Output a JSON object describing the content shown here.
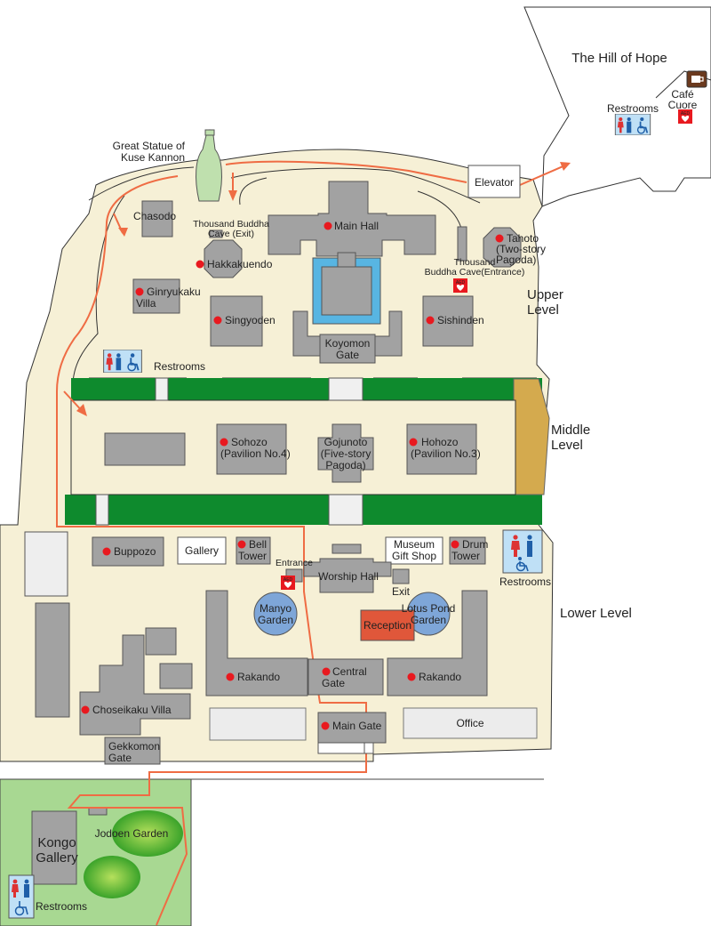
{
  "areas": {
    "hill_of_hope": "The Hill of Hope",
    "upper_level": [
      "Upper",
      "Level"
    ],
    "middle_level": [
      "Middle",
      "Level"
    ],
    "lower_level": "Lower Level"
  },
  "upper": {
    "great_statue": [
      "Great Statue of",
      "Kuse Kannon"
    ],
    "chasodo": "Chasodo",
    "thousand_buddha_exit": [
      "Thousand Buddha",
      "Cave (Exit)"
    ],
    "main_hall": "Main Hall",
    "thousand_buddha_entrance": [
      "Thousand",
      "Buddha Cave(Entrance)"
    ],
    "tahoto": [
      "Tahoto",
      "(Two-story",
      "Pagoda)"
    ],
    "hakkakuendo": "Hakkakuendo",
    "ginryukaku": [
      "Ginryukaku",
      "Villa"
    ],
    "singyoden": "Singyoden",
    "sishinden": "Sishinden",
    "koyomon": [
      "Koyomon",
      "Gate"
    ],
    "restrooms": "Restrooms",
    "elevator": "Elevator",
    "cafe": [
      "Café",
      "Cuore"
    ],
    "hill_restrooms": "Restrooms"
  },
  "middle": {
    "sohozo": [
      "Sohozo",
      "(Pavilion No.4)"
    ],
    "gojunoto": [
      "Gojunoto",
      "(Five-story",
      "Pagoda)"
    ],
    "hohozo": [
      "Hohozo",
      "(Pavilion No.3)"
    ]
  },
  "lower": {
    "buppozo": "Buppozo",
    "gallery": "Gallery",
    "bell_tower": [
      "Bell",
      "Tower"
    ],
    "entrance": "Entrance",
    "museum_shop": [
      "Museum",
      "Gift Shop"
    ],
    "drum_tower": [
      "Drum",
      "Tower"
    ],
    "restrooms": "Restrooms",
    "worship_hall": "Worship Hall",
    "exit": "Exit",
    "manyo_garden": [
      "Manyo",
      "Garden"
    ],
    "reception": "Reception",
    "lotus_pond": [
      "Lotus Pond",
      "Garden"
    ],
    "rakando_left": "Rakando",
    "central_gate": [
      "Central",
      "Gate"
    ],
    "rakando_right": "Rakando",
    "choseikaku": "Choseikaku Villa",
    "main_gate": "Main Gate",
    "office": "Office",
    "gekkomon": [
      "Gekkomon",
      "Gate"
    ]
  },
  "kongo": {
    "gallery": [
      "Kongo",
      "Gallery"
    ],
    "jodoen": "Jodoen Garden",
    "restrooms": "Restrooms"
  },
  "icons": {
    "aed_label": "AED",
    "marker_color": "#e8191f",
    "route_color": "#ef6c44",
    "grounds_color": "#f6f0d6",
    "green_color": "#0e8a2d",
    "garden_color": "#93c47d"
  }
}
